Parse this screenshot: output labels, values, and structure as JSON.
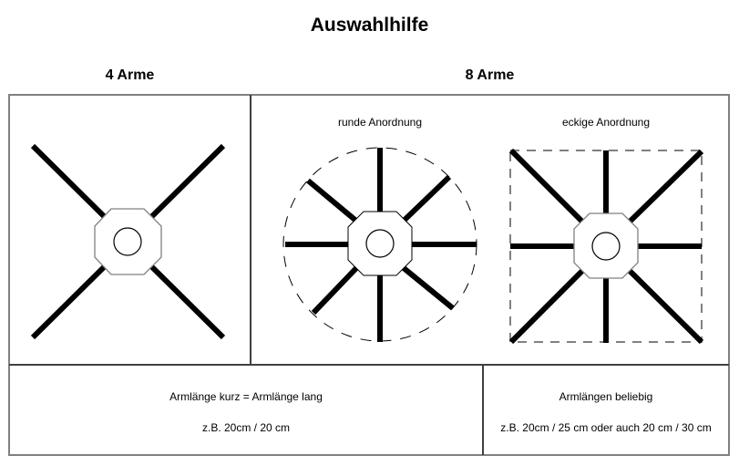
{
  "title": "Auswahlhilfe",
  "columns": [
    {
      "heading": "4 Arme",
      "arm_count": 4,
      "caption_line1": "Armlänge kurz = Armlänge lang",
      "caption_line2": "z.B. 20cm / 20 cm"
    },
    {
      "heading": "8 Arme",
      "arm_count": 8,
      "variants": [
        {
          "label": "runde Anordnung",
          "outline": "dashed-circle"
        },
        {
          "label": "eckige Anordnung",
          "outline": "dashed-square"
        }
      ],
      "caption_line1": "Armlängen beliebig",
      "caption_line2": "z.B. 20cm / 25 cm oder auch 20 cm / 30 cm"
    }
  ],
  "colors": {
    "outer_border": "#808080",
    "inner_divider": "#404040",
    "arm": "#000000",
    "hub_outline": "#808080",
    "dashed_square": "#808080",
    "dashed_circle": "#000000"
  }
}
